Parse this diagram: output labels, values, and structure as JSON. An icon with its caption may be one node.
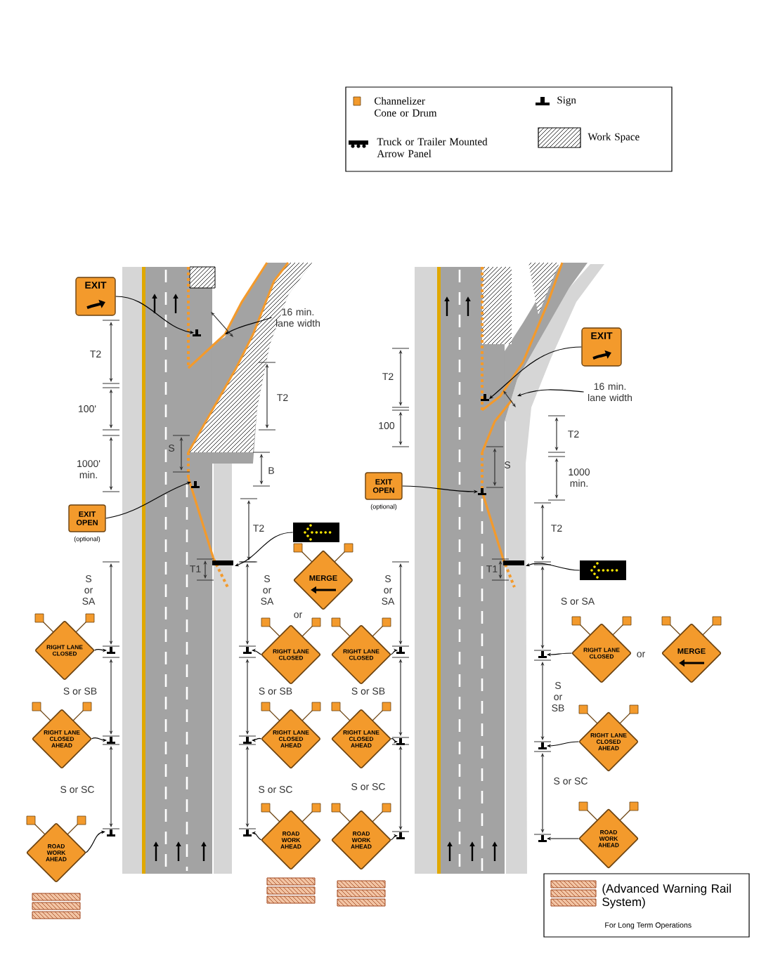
{
  "diagram": {
    "nodes": [
      {
        "text": [
          "EXIT"
        ]
      },
      {
        "text": [
          "EXIT OPEN"
        ],
        "beside": [
          "(optional)"
        ]
      },
      {
        "text": [],
        "shape": "box"
      },
      {
        "text": [
          "MERGE"
        ]
      },
      {
        "text": [
          "RIGHT LANE CLOSED"
        ]
      },
      {
        "text": [
          "RIGHT LANE CLOSED"
        ]
      },
      {
        "text": [
          "RIGHT LANE CLOSED"
        ]
      },
      {
        "text": [
          "RIGHT LANE CLOSED AHEAD"
        ]
      },
      {
        "text": [
          "RIGHT LANE CLOSED AHEAD"
        ]
      },
      {
        "text": [
          "RIGHT LANE CLOSED AHEAD"
        ]
      },
      {
        "text": [
          "ROAD WORK AHEAD"
        ]
      },
      {
        "text": [
          "ROAD WORK AHEAD"
        ]
      },
      {
        "text": [
          "ROAD WORK AHEAD"
        ]
      },
      {
        "text": [
          "EXIT"
        ]
      },
      {
        "text": [
          "EXIT OPEN"
        ],
        "beside": [
          "(optional)"
        ]
      },
      {
        "text": [],
        "shape": "box"
      },
      {
        "text": [
          "RIGHT LANE CLOSED"
        ]
      },
      {
        "text": [
          "MERGE"
        ]
      },
      {
        "text": [
          "RIGHT LANE CLOSED AHEAD"
        ]
      },
      {
        "text": [
          "ROAD WORK AHEAD"
        ]
      },
      {
        "text": [
          "16 min. lane width"
        ]
      },
      {
        "text": [
          "16 min. lane width"
        ]
      }
    ],
    "edges": [
      {
        "from": 0,
        "to": null,
        "arrow": "to"
      },
      {
        "from": 1,
        "to": null,
        "arrow": "to"
      },
      {
        "from": 2,
        "to": null,
        "arrow": "to"
      },
      {
        "from": 4,
        "to": null,
        "arrow": "to"
      },
      {
        "from": 5,
        "to": null,
        "arrow": "to"
      },
      {
        "from": 6,
        "to": null,
        "arrow": "to"
      },
      {
        "from": 7,
        "to": null,
        "arrow": "to"
      },
      {
        "from": 8,
        "to": null,
        "arrow": "to"
      },
      {
        "from": 9,
        "to": null,
        "arrow": "to"
      },
      {
        "from": 10,
        "to": null,
        "arrow": "to"
      },
      {
        "from": 11,
        "to": null,
        "arrow": "to"
      },
      {
        "from": 12,
        "to": null,
        "arrow": "to"
      },
      {
        "from": 13,
        "to": null,
        "arrow": "to"
      },
      {
        "from": 14,
        "to": null,
        "arrow": "to"
      },
      {
        "from": 15,
        "to": null,
        "arrow": "to"
      },
      {
        "from": 16,
        "to": null,
        "arrow": "to"
      },
      {
        "from": 18,
        "to": null,
        "arrow": "to"
      },
      {
        "from": 19,
        "to": null,
        "arrow": "to"
      },
      {
        "from": 20,
        "to": null,
        "arrow": "to"
      },
      {
        "from": 21,
        "to": null,
        "arrow": "to"
      }
    ],
    "labels": [
      "T2",
      "T2",
      "100'",
      "S",
      "1000' min.",
      "B",
      "T2",
      "T1",
      "S or SA",
      "S or SA",
      "or",
      "S or SB",
      "S or SB",
      "S or SB",
      "S or SC",
      "S or SC",
      "S or SC",
      "S or SA",
      "T2",
      "100",
      "T2",
      "S",
      "1000 min.",
      "T2",
      "T1",
      "S or SA",
      "or",
      "S or SB",
      "S or SC",
      "For Long Term Operations"
    ],
    "legend": [
      {
        "text": "Channelizer Cone or Drum"
      },
      {
        "text": "Sign"
      },
      {
        "text": "Truck or Trailer Mounted Arrow Panel"
      },
      {
        "text": "Work Space"
      },
      {
        "text": "(Advanced Warning Rail System)"
      }
    ]
  }
}
